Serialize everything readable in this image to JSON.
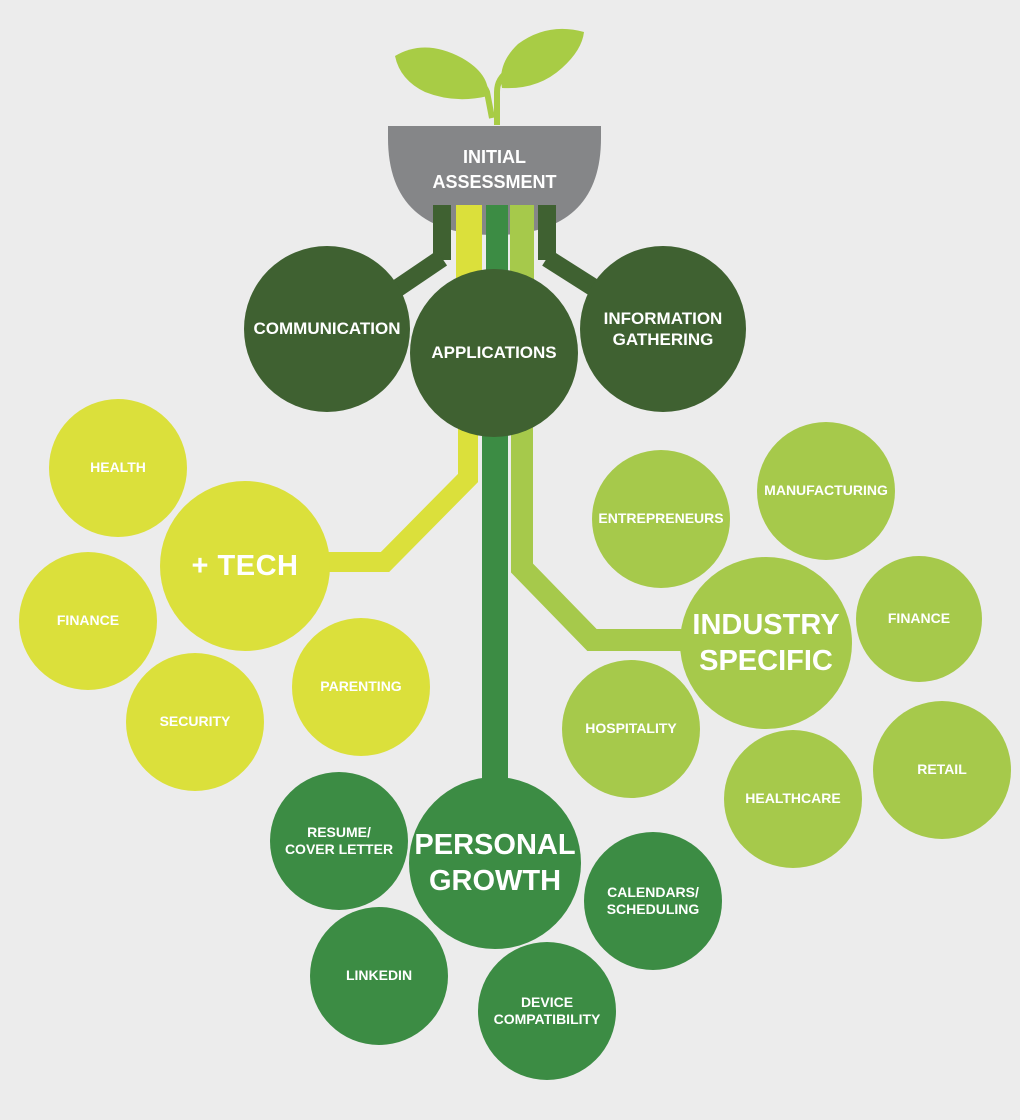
{
  "root": {
    "label": "INITIAL\nASSESSMENT"
  },
  "top_nodes": {
    "communication": "COMMUNICATION",
    "applications": "APPLICATIONS",
    "information_gathering": "INFORMATION\nGATHERING"
  },
  "tech": {
    "label": "+ TECH",
    "items": {
      "health": "HEALTH",
      "finance": "FINANCE",
      "security": "SECURITY",
      "parenting": "PARENTING"
    }
  },
  "industry": {
    "label": "INDUSTRY\nSPECIFIC",
    "items": {
      "entrepreneurs": "ENTREPRENEURS",
      "manufacturing": "MANUFACTURING",
      "finance": "FINANCE",
      "hospitality": "HOSPITALITY",
      "healthcare": "HEALTHCARE",
      "retail": "RETAIL"
    }
  },
  "personal": {
    "label": "PERSONAL\nGROWTH",
    "items": {
      "resume": "RESUME/\nCOVER LETTER",
      "calendars": "CALENDARS/\nSCHEDULING",
      "linkedin": "LINKEDIN",
      "device": "DEVICE\nCOMPATIBILITY"
    }
  },
  "colors": {
    "dark_green": "#3f6131",
    "medium_green": "#3c8c44",
    "yellow_green": "#dbe03b",
    "lime_green": "#a6c94b",
    "pot_gray": "#858688",
    "sprout_green": "#a8cc45",
    "background": "#ececec"
  }
}
